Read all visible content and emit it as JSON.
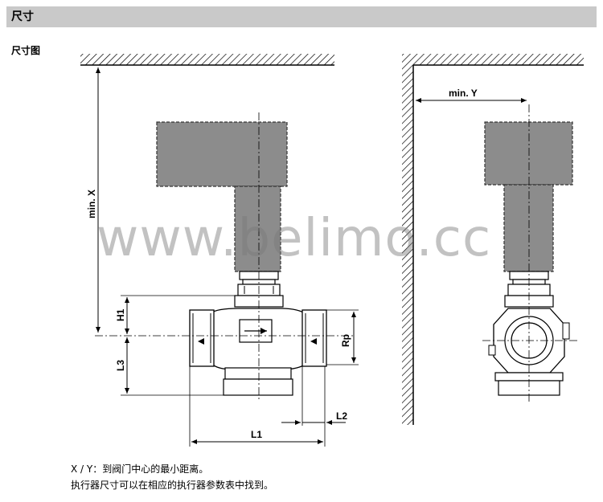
{
  "header": {
    "title": "尺寸"
  },
  "section": {
    "subtitle": "尺寸图"
  },
  "labels": {
    "min_x": "min. X",
    "min_y": "min. Y",
    "h1": "H1",
    "l3": "L3",
    "rp": "Rp",
    "l1": "L1",
    "l2": "L2"
  },
  "watermark": "www.belimo.cc",
  "notes": [
    "X / Y：到阀门中心的最小距离。",
    "执行器尺寸可以在相应的执行器参数表中找到。"
  ],
  "colors": {
    "header_bg": "#c9c9c9",
    "actuator_fill": "#8c8c8c",
    "line": "#000000"
  }
}
